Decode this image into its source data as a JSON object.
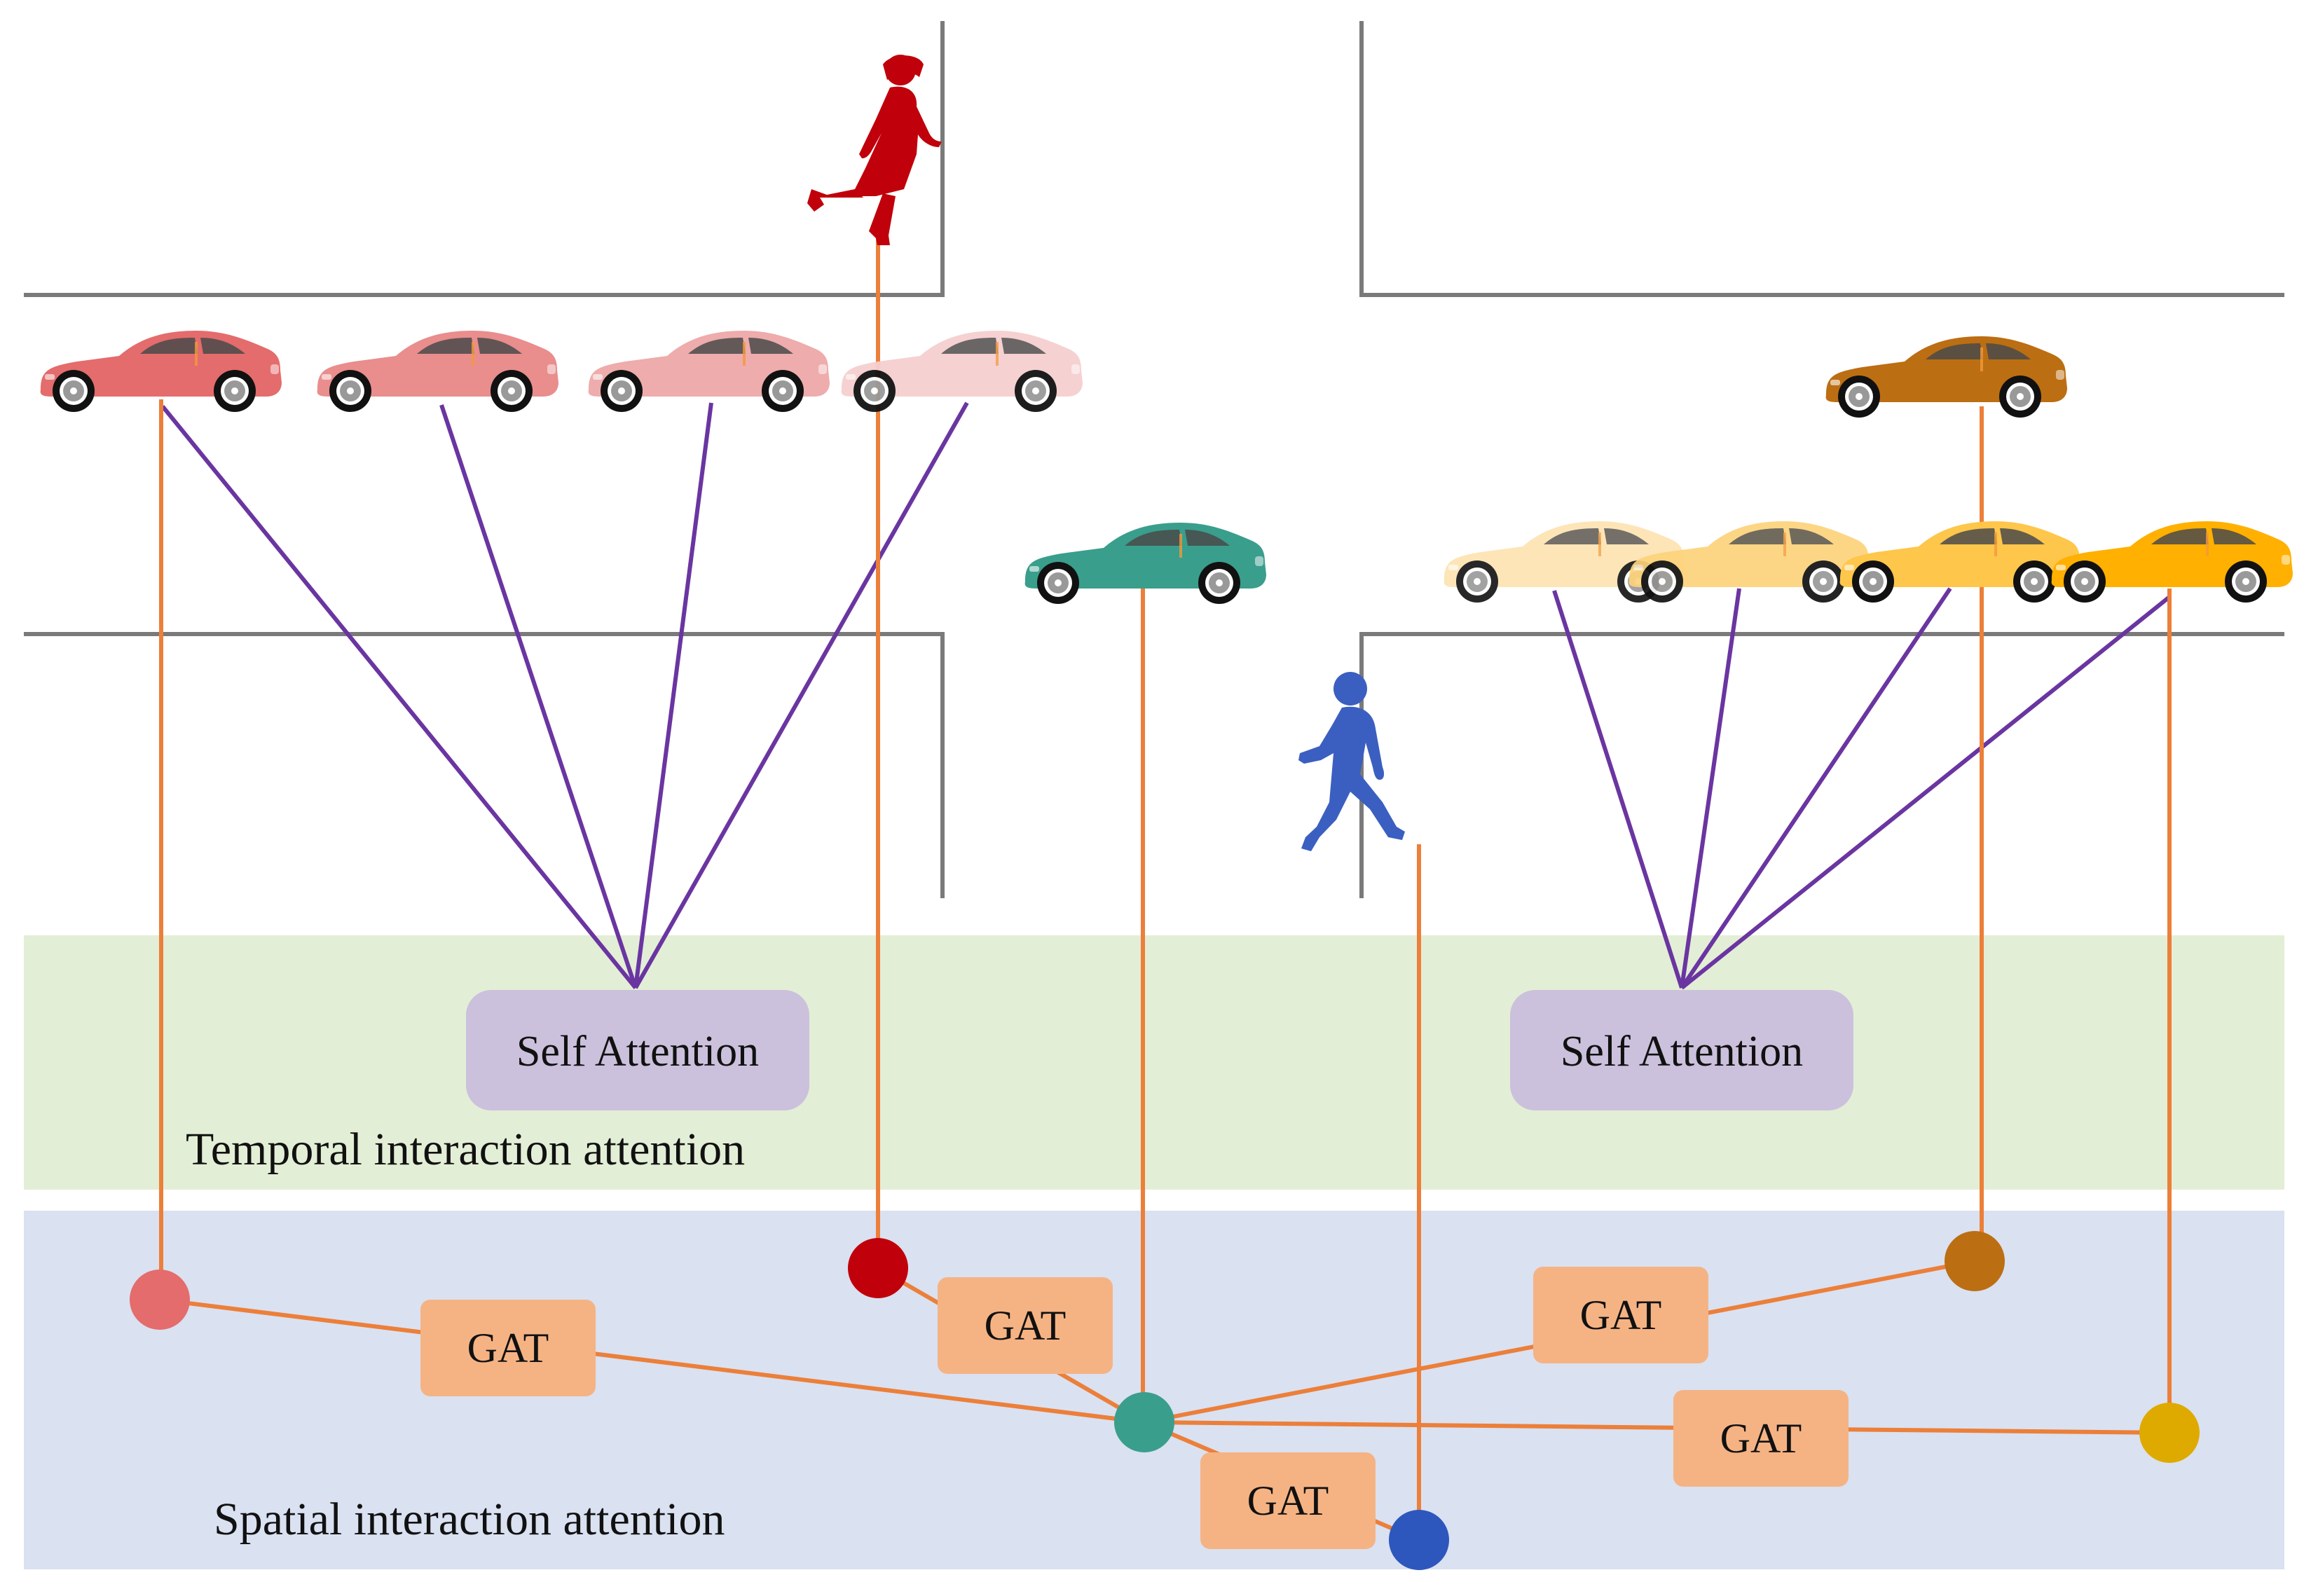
{
  "temporal_band": {
    "label": "Temporal interaction attention",
    "color": "#e3eed6"
  },
  "spatial_band": {
    "label": "Spatial interaction attention",
    "color": "#dae1f1"
  },
  "self_attention_boxes": [
    {
      "label": "Self Attention"
    },
    {
      "label": "Self Attention"
    }
  ],
  "gat_boxes": [
    {
      "label": "GAT"
    },
    {
      "label": "GAT"
    },
    {
      "label": "GAT"
    },
    {
      "label": "GAT"
    },
    {
      "label": "GAT"
    }
  ],
  "colors": {
    "road_lines": "#7a7a7a",
    "temporal_links": "#6a35a1",
    "spatial_links": "#ec7f39",
    "self_attention_fill": "#cbc1dc",
    "gat_fill": "#f5b384",
    "car_red_series": [
      "#e46c6c",
      "#e98d8d",
      "#eeacac",
      "#f6cfcf"
    ],
    "car_yellow_series": [
      "#fde3b0",
      "#fdd37b",
      "#fec64a",
      "#ffb000"
    ],
    "car_teal": "#3a9e8c",
    "car_brown": "#bc6e12",
    "pedestrian_red": "#c0000b",
    "pedestrian_blue": "#3b5fc1",
    "node_pink": "#e46c6c",
    "node_red": "#c0000b",
    "node_teal": "#3a9e8c",
    "node_brown": "#bc6e12",
    "node_gold": "#dfaa00",
    "node_blue": "#2d57bd"
  }
}
